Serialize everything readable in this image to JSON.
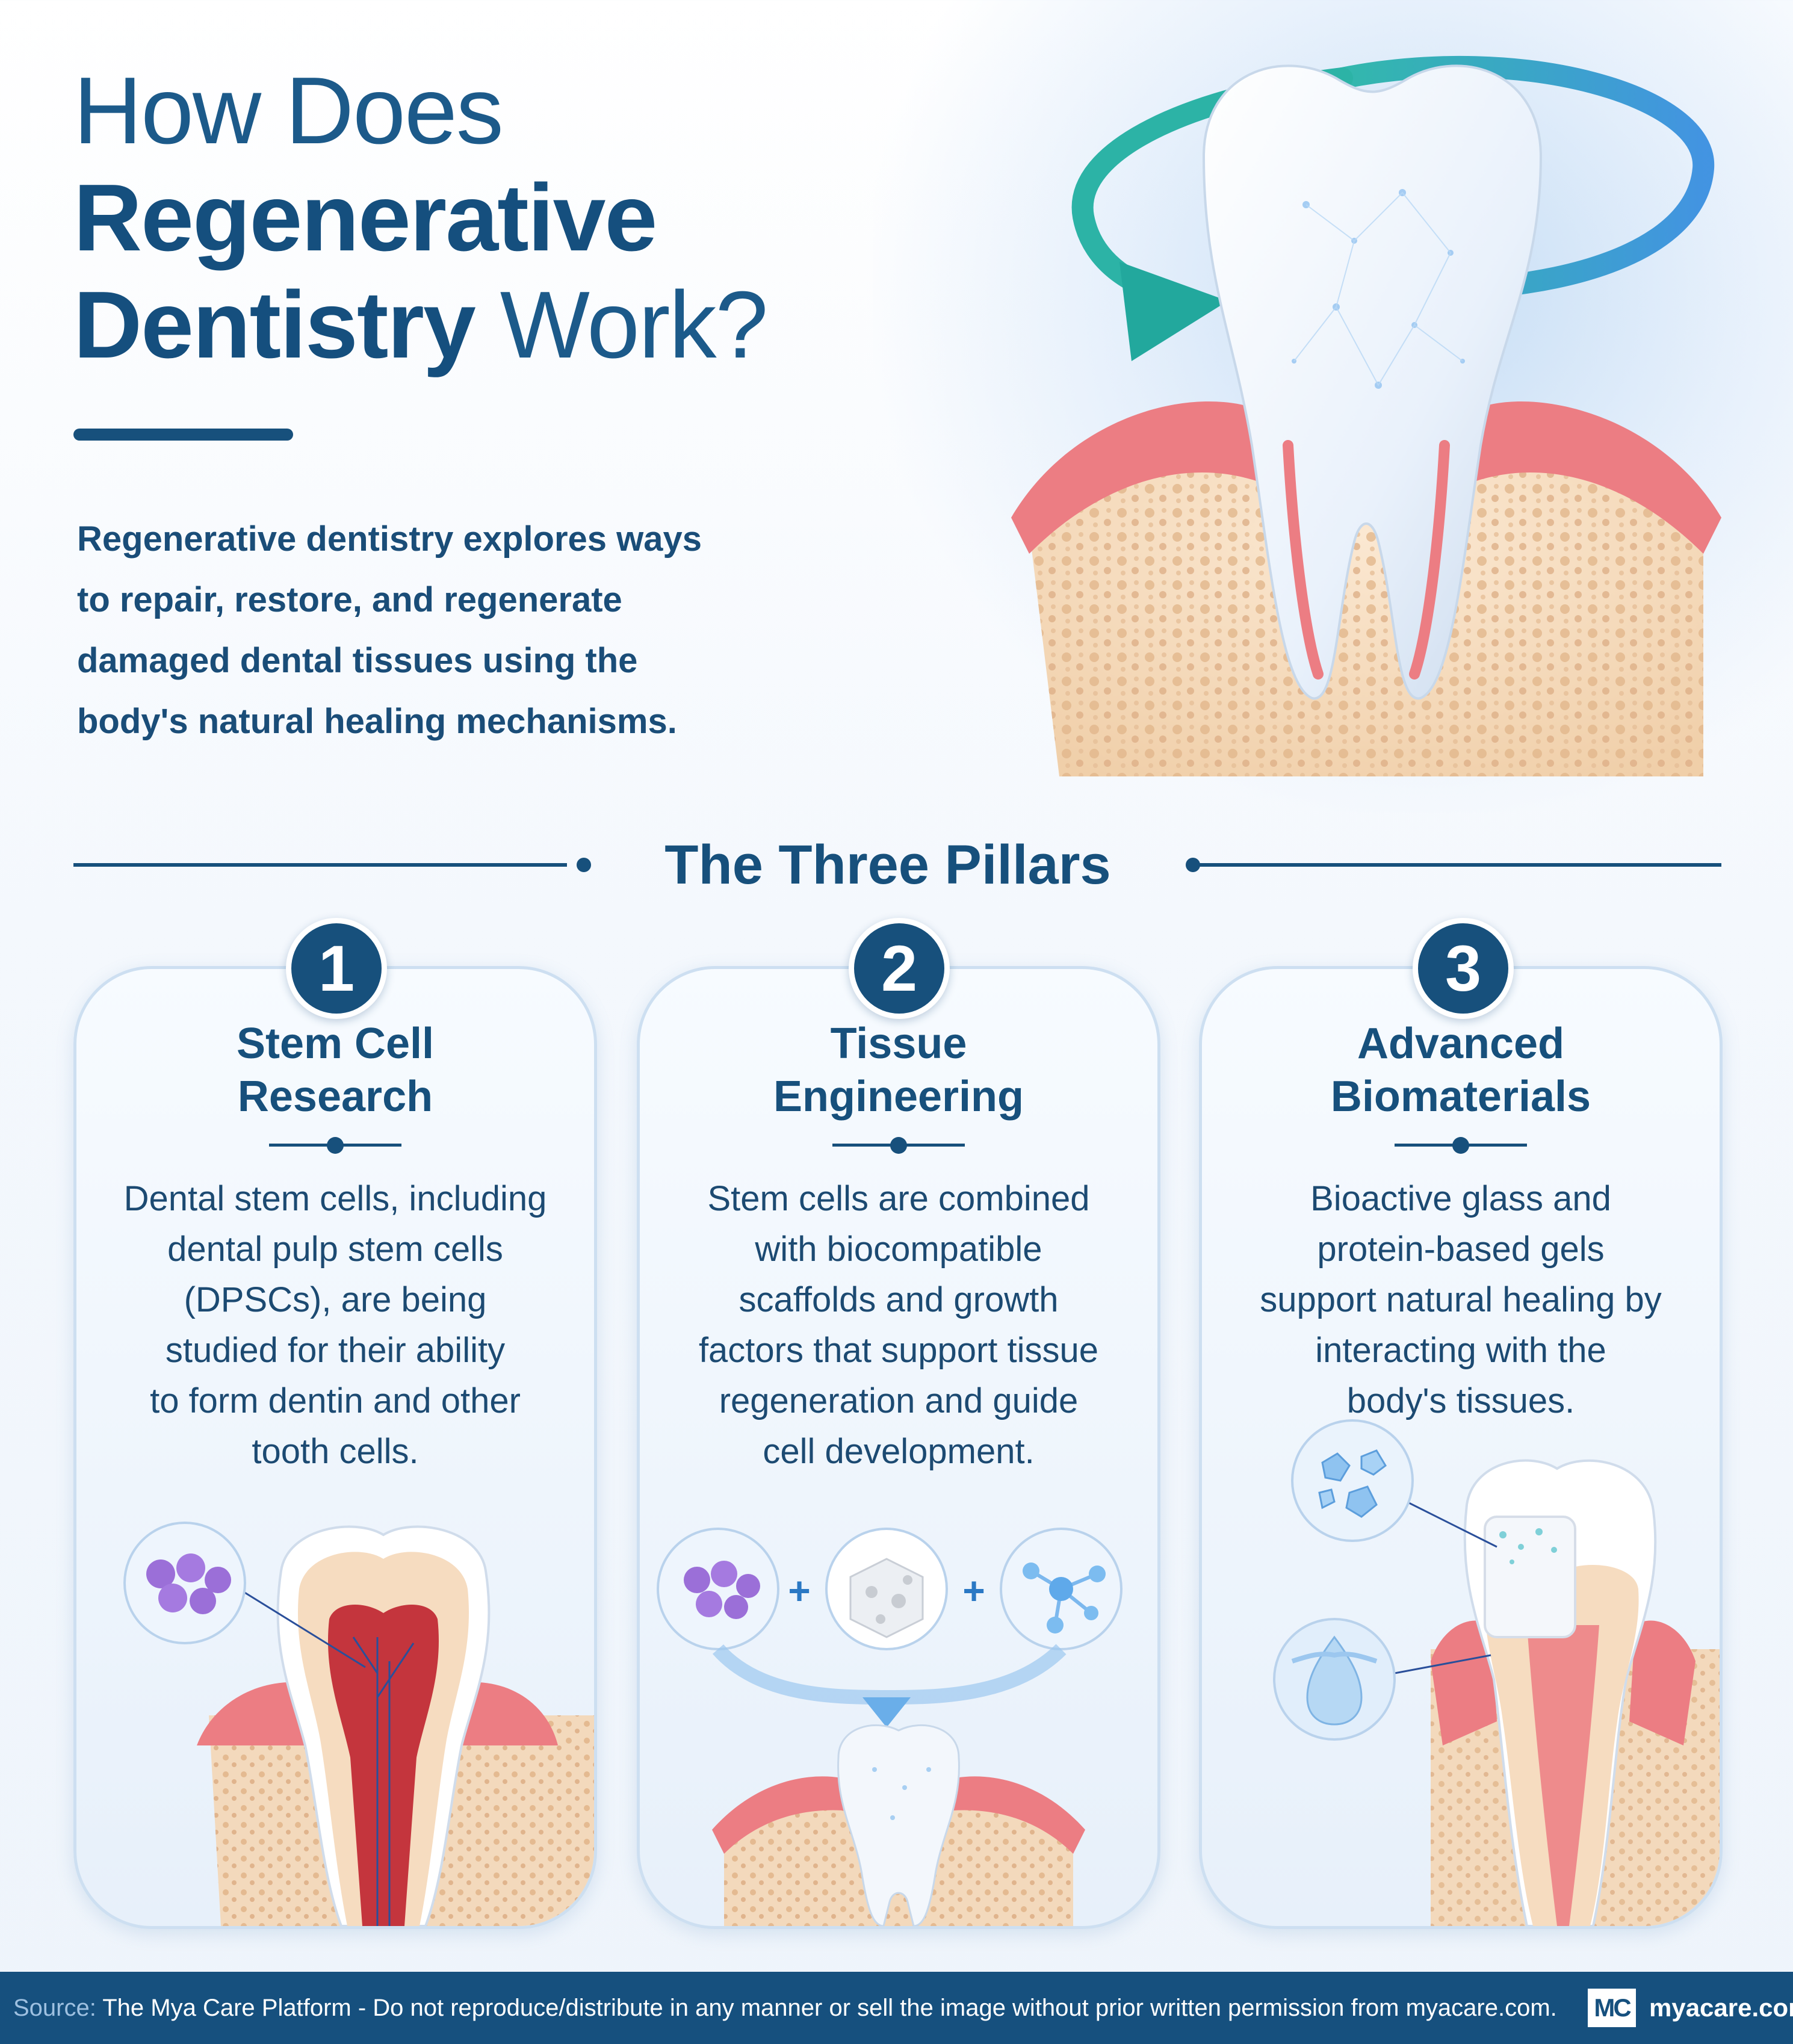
{
  "header": {
    "title_line1": "How Does",
    "title_line2": "Regenerative",
    "title_line3_bold": "Dentistry",
    "title_line3_light": "Work?",
    "intro_lines": [
      "Regenerative dentistry explores ways",
      "to repair, restore, and regenerate",
      "damaged dental tissues using the",
      "body's natural healing mechanisms."
    ]
  },
  "section": {
    "title": "The Three Pillars"
  },
  "pillars": [
    {
      "number": "1",
      "title_lines": [
        "Stem Cell",
        "Research"
      ],
      "text_lines": [
        "Dental stem cells, including",
        "dental pulp stem cells",
        "(DPSCs), are being",
        "studied for their ability",
        "to form dentin and other",
        "tooth cells."
      ]
    },
    {
      "number": "2",
      "title_lines": [
        "Tissue",
        "Engineering"
      ],
      "text_lines": [
        "Stem cells are combined",
        "with biocompatible",
        "scaffolds and growth",
        "factors that support tissue",
        "regeneration and guide",
        "cell development."
      ],
      "operators": [
        "+",
        "+"
      ]
    },
    {
      "number": "3",
      "title_lines": [
        "Advanced",
        "Biomaterials"
      ],
      "text_lines": [
        "Bioactive glass and",
        "protein-based gels",
        "support natural healing by",
        "interacting with the",
        "body's tissues."
      ]
    }
  ],
  "footer": {
    "source_label": "Source:",
    "source_text": "The Mya Care Platform - Do not reproduce/distribute in any manner or sell the image without prior written permission from myacare.com.",
    "logo_mark": "MC",
    "logo_text": "myacare.com"
  },
  "colors": {
    "primary": "#17507c",
    "gum": "#e8737a",
    "bone": "#f3d9bc",
    "footer": "#16507e",
    "arrow_start": "#29b5a8",
    "arrow_end": "#3a8fe0"
  },
  "icons": [
    "circular-arrow-icon",
    "tooth-illustration",
    "stem-cell-dish-icon",
    "scaffold-cube-icon",
    "growth-factor-molecule-icon",
    "down-arrow-icon",
    "bioactive-glass-crystal-icon",
    "gel-droplet-icon"
  ]
}
